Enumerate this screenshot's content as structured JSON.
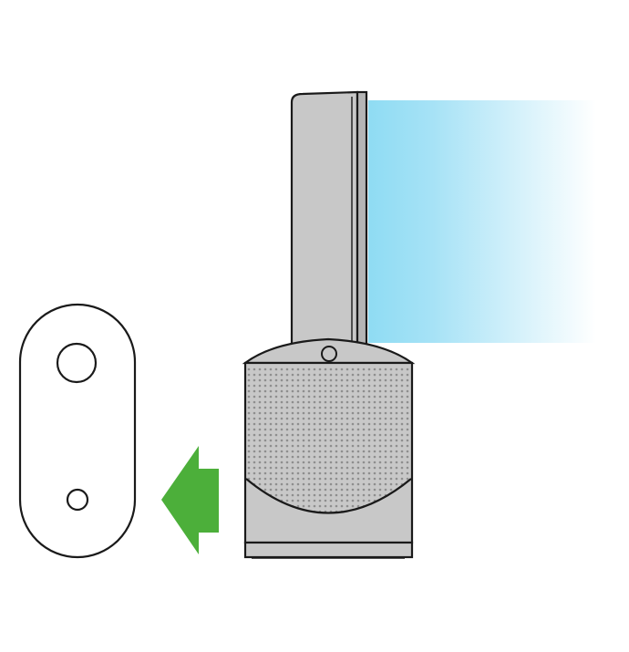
{
  "colors": {
    "background": "#ffffff",
    "outline": "#1a1a1a",
    "fan_body": "#c8c8c8",
    "fan_dark": "#b5b5b5",
    "grille_dots": "#8e8e8e",
    "airflow_start": "#8fdcf3",
    "airflow_end": "#ffffff",
    "arrow": "#4caf3a",
    "remote_fill": "#ffffff"
  },
  "icons": {
    "fan": "tower-fan-purifier-icon",
    "airflow": "airflow-gradient",
    "arrow": "arrow-left-icon",
    "remote": "remote-control-icon"
  },
  "illustration": {
    "depicts": [
      "remote-control",
      "direction-arrow",
      "tower-fan",
      "airflow"
    ],
    "arrow_direction": "left"
  }
}
